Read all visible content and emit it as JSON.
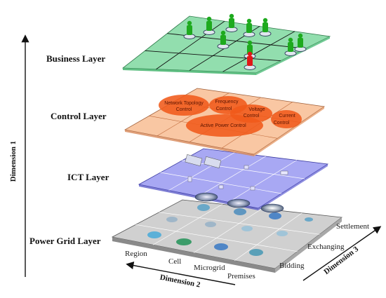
{
  "layers": [
    {
      "key": "business",
      "label": "Business Layer"
    },
    {
      "key": "control",
      "label": "Control Layer"
    },
    {
      "key": "ict",
      "label": "ICT Layer"
    },
    {
      "key": "power",
      "label": "Power Grid Layer"
    }
  ],
  "dimension1": "Dimension 1",
  "dimension2": "Dimension 2",
  "dimension3": "Dimension 3",
  "dimension2_items": [
    "Region",
    "Cell",
    "Microgrid",
    "Premises"
  ],
  "dimension3_items": [
    "Bidding",
    "Exchanging",
    "Settlement"
  ],
  "control_functions": [
    "Network Topology",
    "Control",
    "Frequency",
    "Control",
    "Voltage",
    "Control",
    "Current",
    "Control",
    "Active Power Control"
  ],
  "colors": {
    "business": "#7fd8a0",
    "control": "#f7b98c",
    "ict": "#8f8ff0",
    "power": "#c8c8c8",
    "person_green": "#1eaa1e",
    "person_red": "#e01818",
    "ellipse": "#f05a1a"
  }
}
